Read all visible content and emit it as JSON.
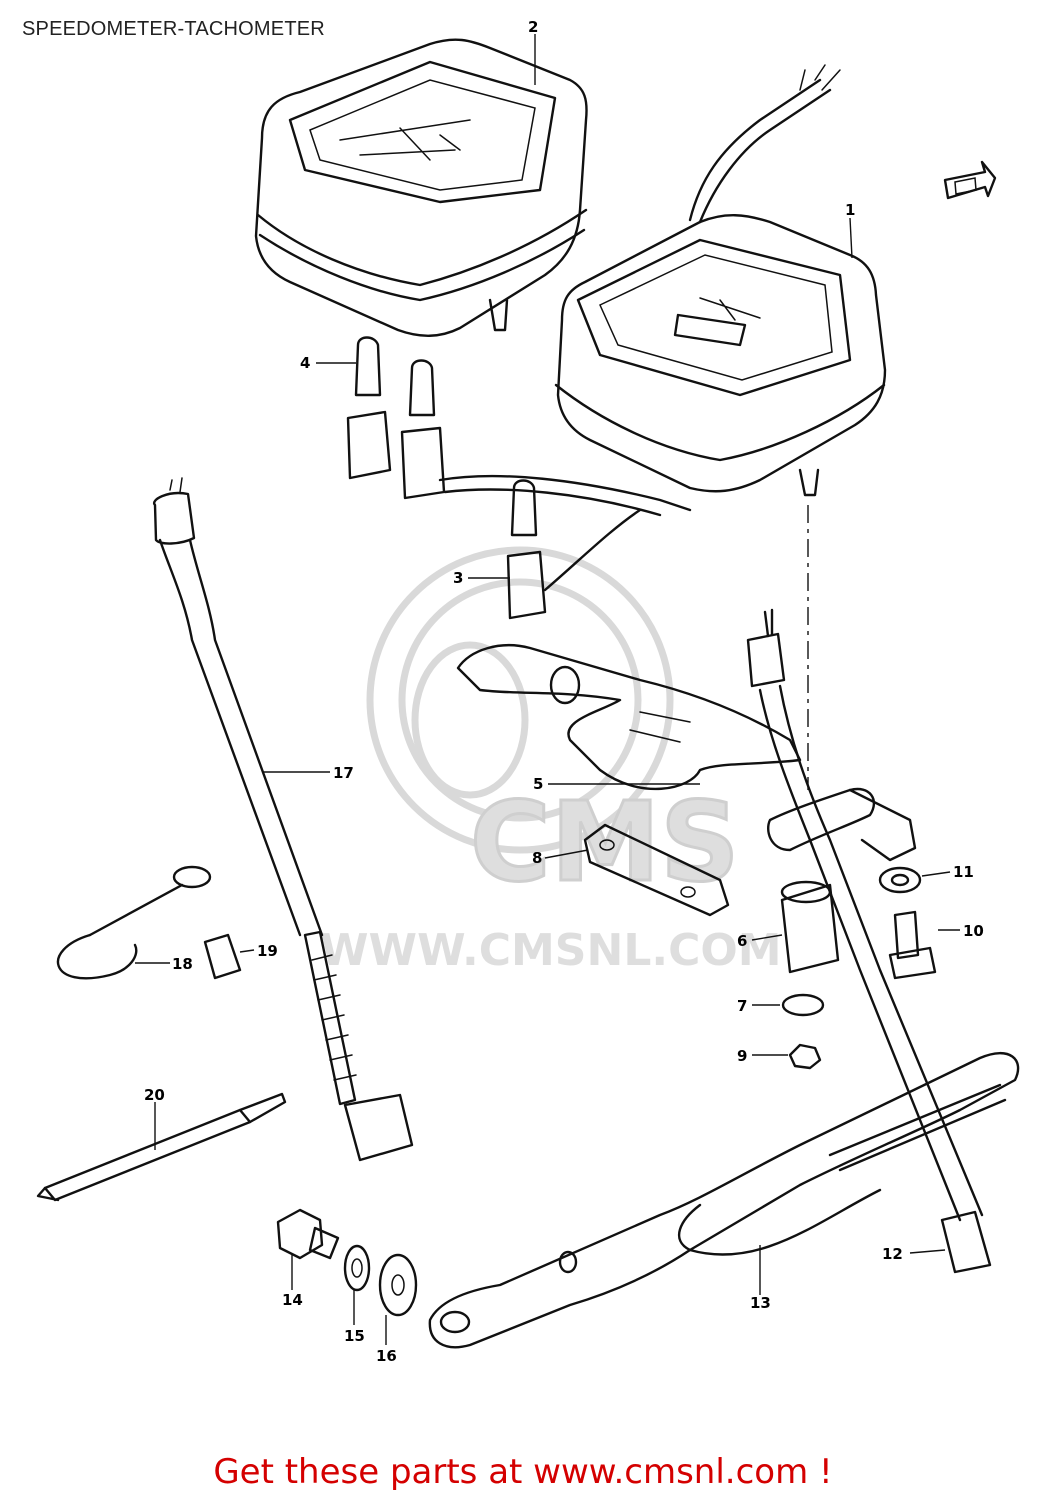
{
  "title": "SPEEDOMETER-TACHOMETER",
  "watermark": {
    "logo_text": "CMS",
    "url_text": "WWW.CMSNL.COM"
  },
  "callouts": [
    {
      "id": "1",
      "label": "1"
    },
    {
      "id": "2",
      "label": "2"
    },
    {
      "id": "3",
      "label": "3"
    },
    {
      "id": "4",
      "label": "4"
    },
    {
      "id": "5",
      "label": "5"
    },
    {
      "id": "6",
      "label": "6"
    },
    {
      "id": "7",
      "label": "7"
    },
    {
      "id": "8",
      "label": "8"
    },
    {
      "id": "9",
      "label": "9"
    },
    {
      "id": "10",
      "label": "10"
    },
    {
      "id": "11",
      "label": "11"
    },
    {
      "id": "12",
      "label": "12"
    },
    {
      "id": "13",
      "label": "13"
    },
    {
      "id": "14",
      "label": "14"
    },
    {
      "id": "15",
      "label": "15"
    },
    {
      "id": "16",
      "label": "16"
    },
    {
      "id": "17",
      "label": "17"
    },
    {
      "id": "18",
      "label": "18"
    },
    {
      "id": "19",
      "label": "19"
    },
    {
      "id": "20",
      "label": "20"
    }
  ],
  "footer": {
    "link_text": "Get these parts at www.cmsnl.com !",
    "color": "#d40000"
  },
  "icons": {
    "front_arrow": "front-direction-arrow-icon"
  }
}
